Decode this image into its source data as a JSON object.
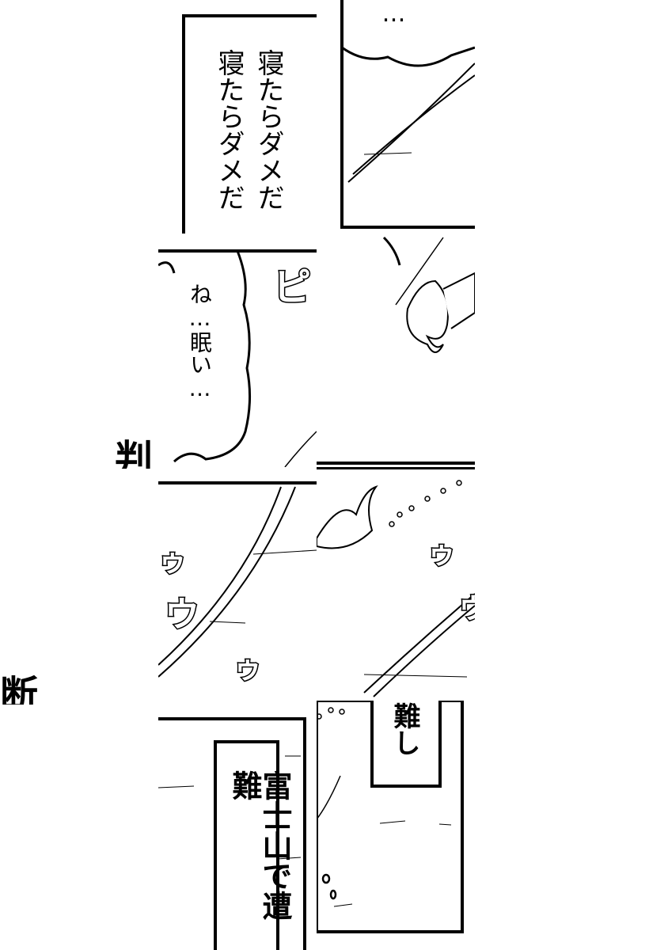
{
  "panels": {
    "sleep_warning": {
      "line1": "寝たらダメだ",
      "line2": "寝たらダメだ"
    },
    "sleepy": {
      "text": "ね…眠い…"
    },
    "ellipsis": {
      "text": "…"
    },
    "sfx_pi": {
      "text": "ピ"
    },
    "sfx_u": [
      "ゥ",
      "ウ",
      "ゥ",
      "ゥ",
      "ウ"
    ],
    "caption_difficult": {
      "text": "難し"
    },
    "caption_fuji": {
      "text": "富士山で遭難"
    }
  },
  "fragments": {
    "han": "判",
    "dan": "断"
  }
}
